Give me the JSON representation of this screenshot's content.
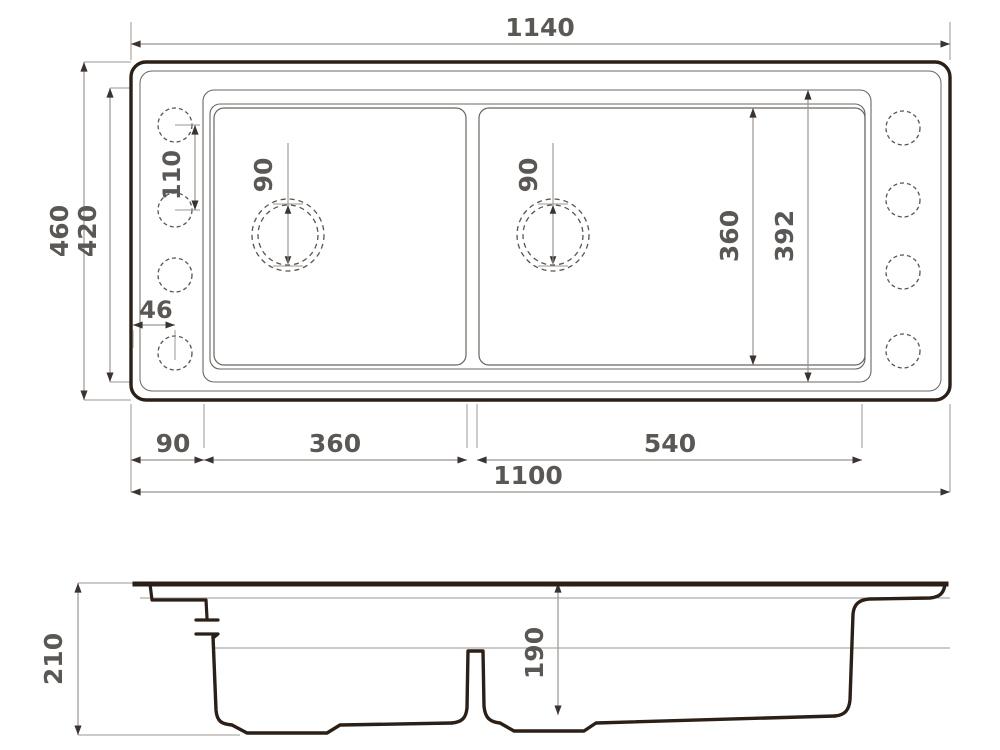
{
  "drawing": {
    "title": "Kitchen sink technical drawing",
    "units": "mm",
    "line_color_outline": "#2b1f16",
    "line_color_thin": "#6b6460",
    "line_color_dim": "#8a8380",
    "text_color": "#5b5755"
  },
  "top_view": {
    "name": "top-view",
    "dimensions": {
      "overall_width": "1140",
      "overall_height": "460",
      "inner_height": "420",
      "bowl_height": "360",
      "rim_height": "392",
      "drain_left_diameter": "90",
      "drain_right_diameter": "90",
      "hole_spacing": "110",
      "hole_offset": "46",
      "edge_to_bowl": "90",
      "left_bowl_width": "360",
      "right_bowl_width": "540",
      "inner_width": "1100"
    },
    "holes": {
      "left_count": 4,
      "right_count": 4,
      "label": "mounting-holes"
    }
  },
  "section_view": {
    "name": "section-view",
    "dimensions": {
      "overall_depth": "210",
      "bowl_depth": "190"
    }
  },
  "chart_data": {
    "type": "table",
    "title": "Kitchen sink dimensions (mm)",
    "categories": [
      "1140",
      "460",
      "420",
      "360",
      "392",
      "90",
      "110",
      "46",
      "90",
      "360",
      "540",
      "1100",
      "210",
      "190"
    ],
    "values": [
      1140,
      460,
      420,
      360,
      392,
      90,
      110,
      46,
      90,
      360,
      540,
      1100,
      210,
      190
    ]
  }
}
